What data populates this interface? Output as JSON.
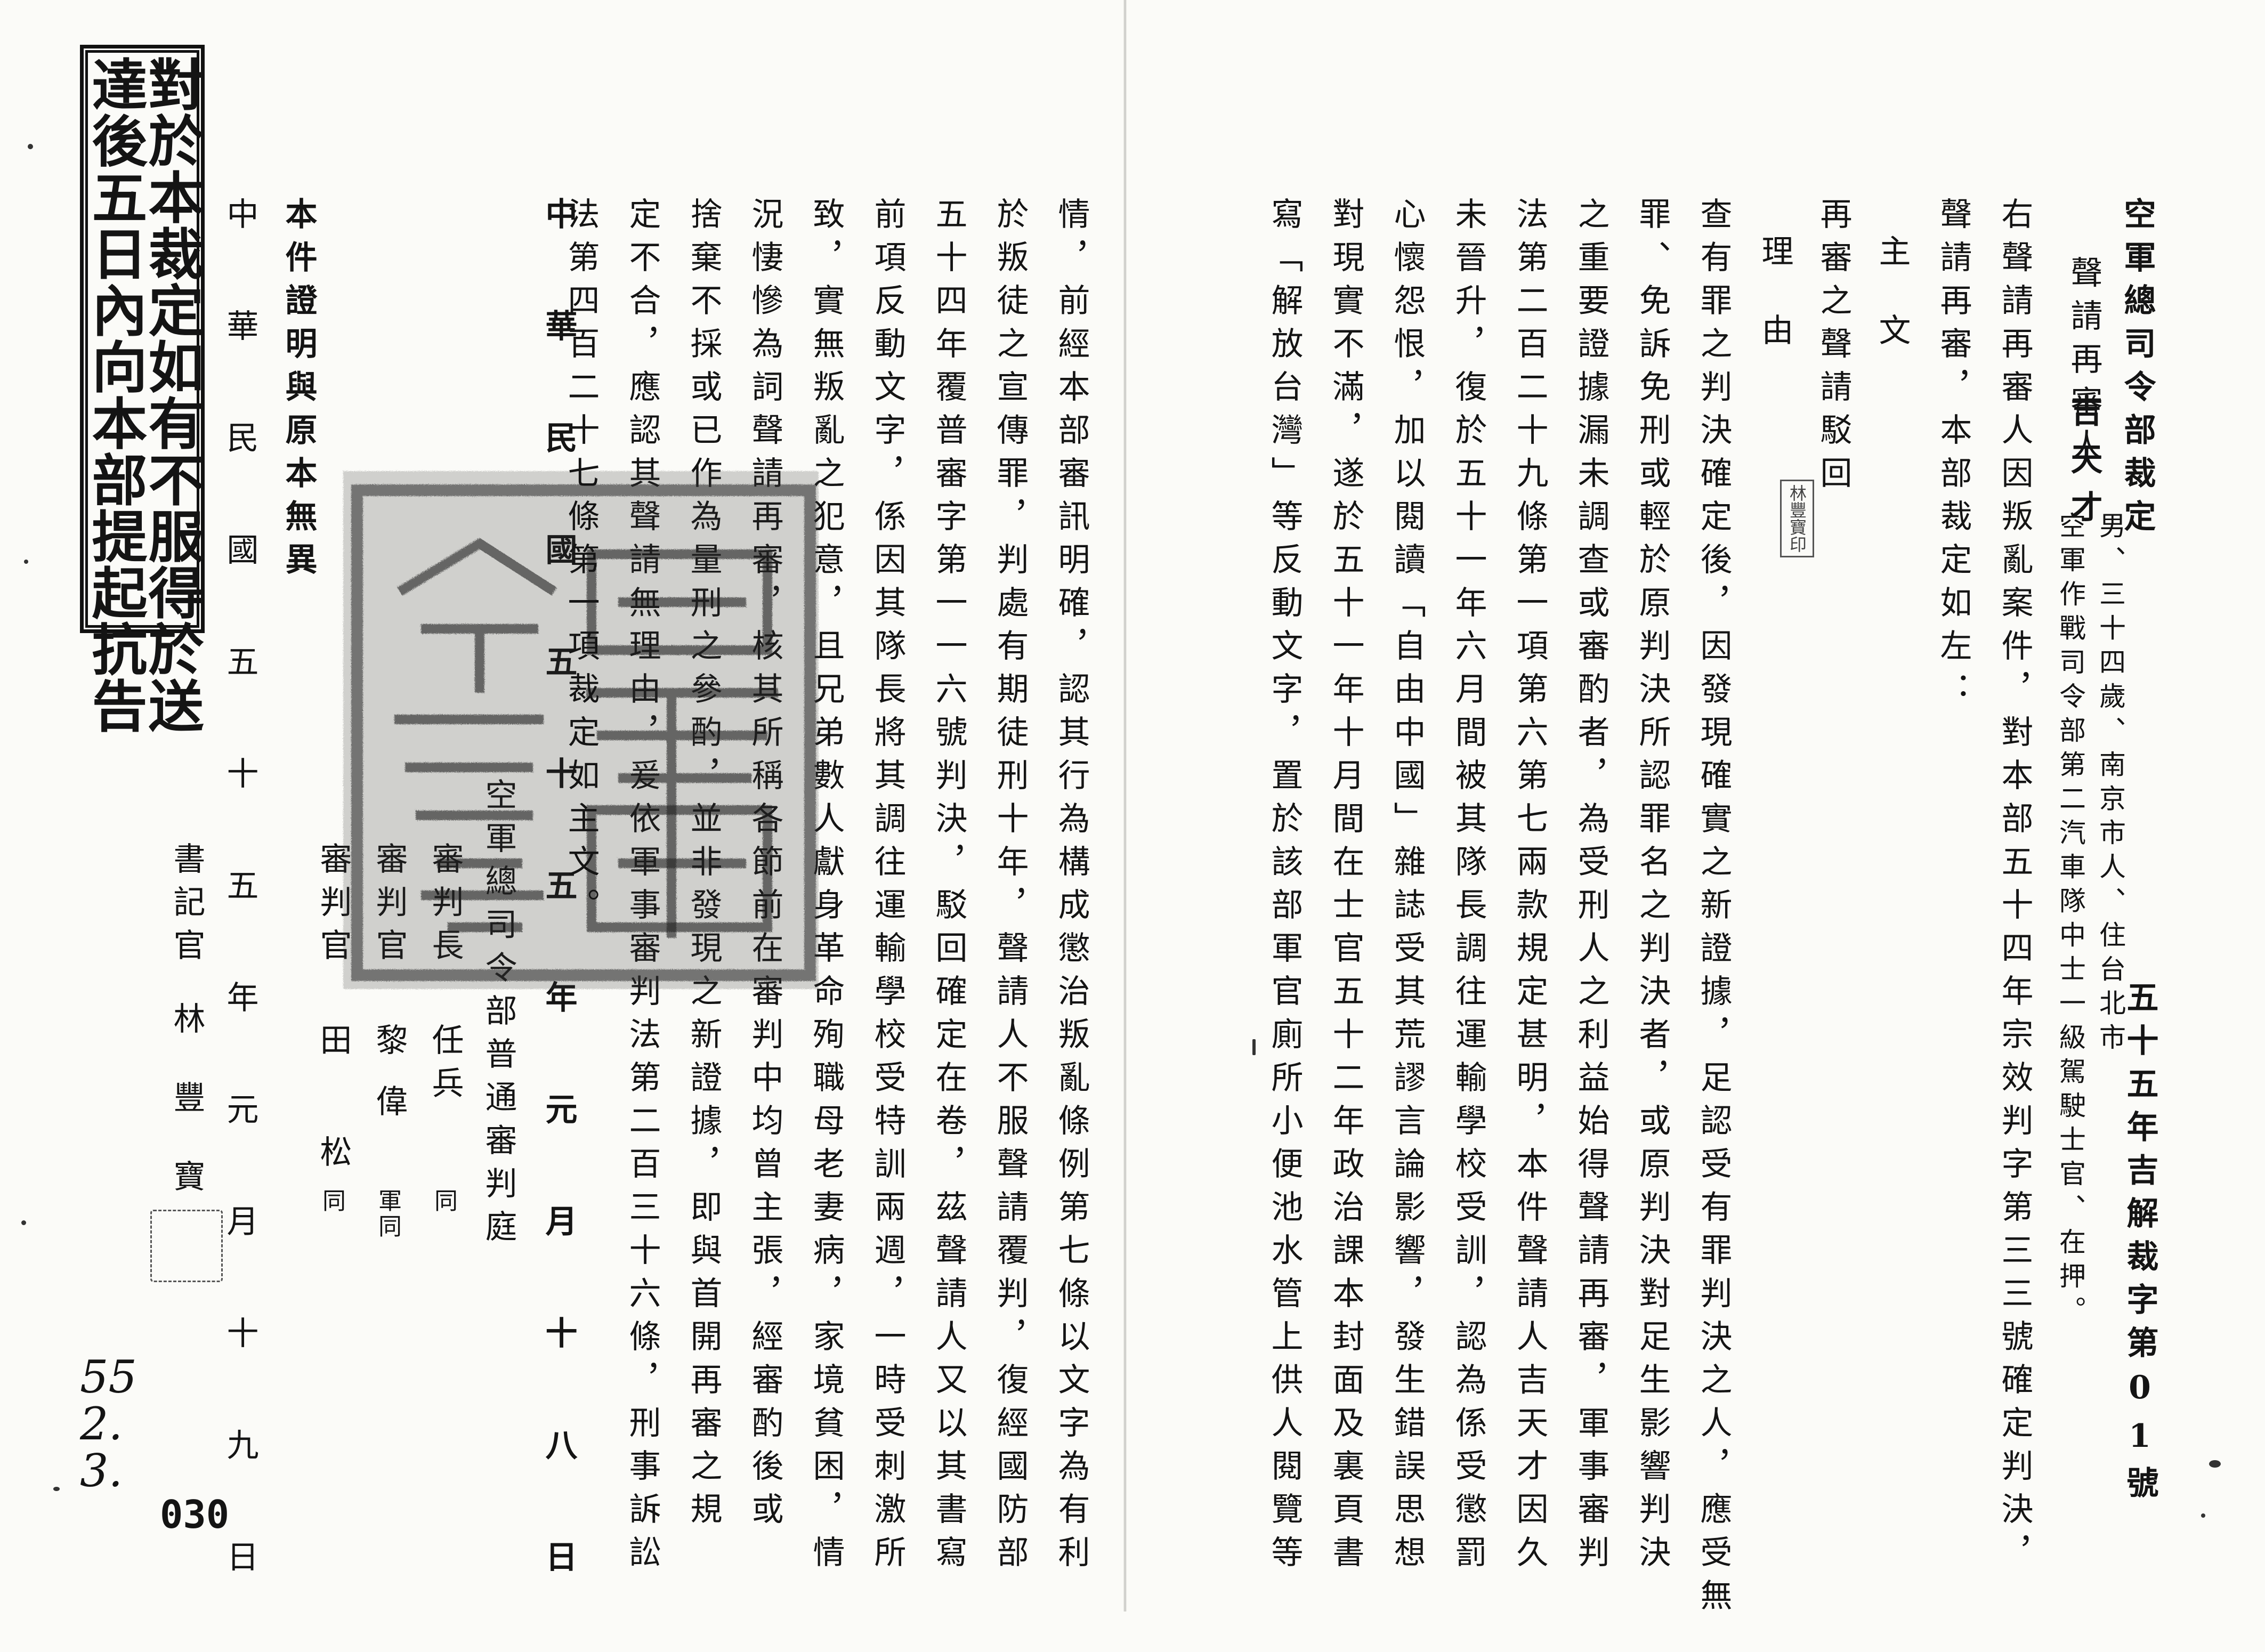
{
  "right_page": {
    "title": "空軍總司令部裁定",
    "doc_number": "五十五年吉解裁字第01號",
    "petitioner": {
      "role": "聲請再審人",
      "name": "吉天才",
      "info_line1": "男、三十四歲、南京市人、住台北市",
      "info_line2": "空軍作戰司令部第二汽車隊中士一級駕駛士官、在押。"
    },
    "preamble": [
      "右聲請再審人因叛亂案件，對本部五十四年宗效判字第三三號確定判決，",
      "聲請再審，本部裁定如左："
    ],
    "main_heading": "主文",
    "main_text": "再審之聲請駁回",
    "reason_heading": "理由",
    "reason_cols": [
      "查有罪之判決確定後，因發現確實之新證據，足認受有罪判決之人，應受無",
      "罪、免訴免刑或輕於原判決所認罪名之判決者，或原判決對足生影響判決",
      "之重要證據漏未調查或審酌者，為受刑人之利益始得聲請再審，軍事審判",
      "法第二百二十九條第一項第六第七兩款規定甚明，本件聲請人吉天才因久",
      "未晉升，復於五十一年六月間被其隊長調往運輸學校受訓，認為係受懲罰",
      "心懷怨恨，加以閱讀「自由中國」雜誌受其荒謬言論影響，發生錯誤思想",
      "對現實不滿，遂於五十一年十月間在士官五十二年政治課本封面及裏頁書",
      "寫「解放台灣」等反動文字，置於該部軍官廁所小便池水管上供人閱覽等"
    ],
    "stamp_text": "林豐寶印"
  },
  "left_page": {
    "notice": [
      "對於本裁定如有不服得於送",
      "達後五日內向本部提起抗告"
    ],
    "body_cols": [
      "情，前經本部審訊明確，認其行為構成懲治叛亂條例第七條以文字為有利",
      "於叛徒之宣傳罪，判處有期徒刑十年，聲請人不服聲請覆判，復經國防部",
      "五十四年覆普審字第一一六號判決，駁回確定在卷，茲聲請人又以其書寫",
      "前項反動文字，係因其隊長將其調往運輸學校受特訓兩週，一時受刺激所",
      "致，實無叛亂之犯意，且兄弟數人獻身革命殉職母老妻病，家境貧困，情",
      "況悽慘為詞聲請再審，核其所稱各節前在審判中均曾主張，經審酌後或",
      "捨棄不採或已作為量刑之參酌，並非發現之新證據，即與首開再審之規",
      "定不合，應認其聲請無理由，爰依軍事審判法第二百三十六條，刑事訴訟",
      "法第四百二十七條第一項裁定如主文。"
    ],
    "date1": "中華民國五十五年元月十八日",
    "court": "空軍總司令部普通審判庭",
    "presiding": {
      "title": "審判長",
      "name": "任兵",
      "rank": "同"
    },
    "judge1": {
      "title": "審判官",
      "name": "黎偉",
      "rank": "軍同"
    },
    "judge2": {
      "title": "審判官",
      "name": "田松",
      "rank": "同"
    },
    "certify": "本件證明與原本無異",
    "date2": "中華民國五十五年元月十九日",
    "clerk": {
      "title": "書記官",
      "name": "林豐寶"
    },
    "page_number": "030",
    "handwritten_date": [
      "55",
      "2.",
      "3."
    ],
    "seal_text": "空軍總司令部印"
  }
}
